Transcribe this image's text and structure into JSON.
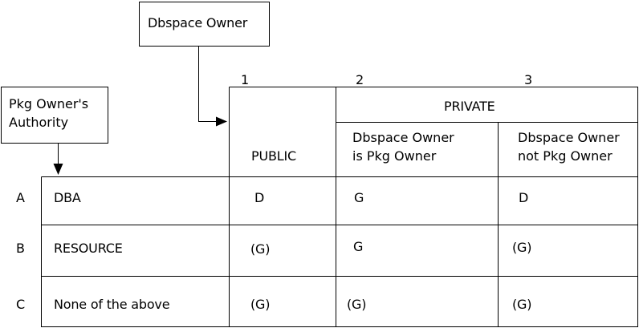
{
  "callouts": {
    "dbspace_owner": "Dbspace Owner",
    "pkg_owner_authority": "Pkg Owner's\nAuthority"
  },
  "column_numbers": [
    "1",
    "2",
    "3"
  ],
  "headers": {
    "public": "PUBLIC",
    "private": "PRIVATE",
    "private_sub_1": "Dbspace Owner\nis Pkg Owner",
    "private_sub_2": "Dbspace Owner\nnot Pkg Owner"
  },
  "rows": [
    {
      "letter": "A",
      "authority": "DBA",
      "public": "D",
      "private_owner": "G",
      "private_not_owner": "D"
    },
    {
      "letter": "B",
      "authority": "RESOURCE",
      "public": "(G)",
      "private_owner": "G",
      "private_not_owner": "(G)"
    },
    {
      "letter": "C",
      "authority": "None of the above",
      "public": "(G)",
      "private_owner": "(G)",
      "private_not_owner": "(G)"
    }
  ]
}
